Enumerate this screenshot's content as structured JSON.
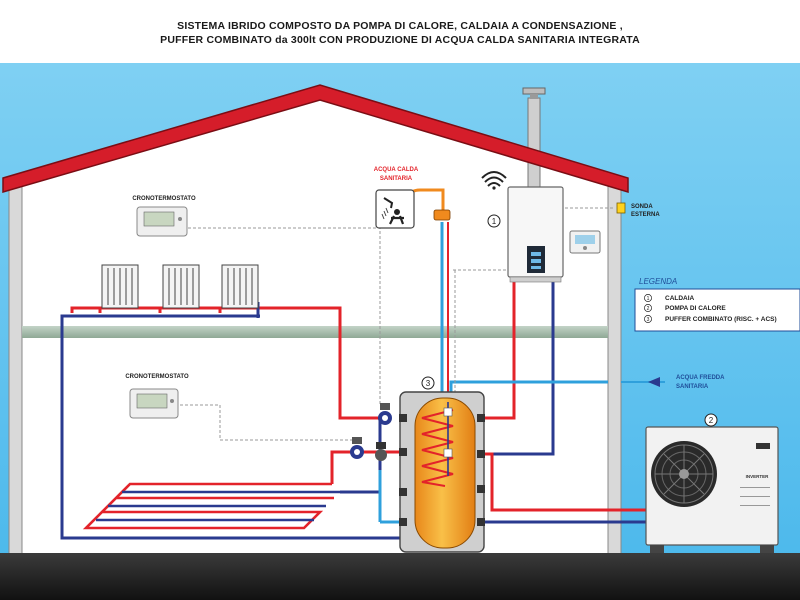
{
  "title": {
    "line1": "SISTEMA IBRIDO  COMPOSTO DA POMPA DI CALORE, CALDAIA A CONDENSAZIONE ,",
    "line2": "PUFFER COMBINATO da 300lt CON PRODUZIONE DI ACQUA CALDA SANITARIA INTEGRATA"
  },
  "labels": {
    "cronotermostato_top": "CRONOTERMOSTATO",
    "cronotermostato_mid": "CRONOTERMOSTATO",
    "acqua_calda_1": "ACQUA CALDA",
    "acqua_calda_2": "SANITARIA",
    "sonda_1": "SONDA",
    "sonda_2": "ESTERNA",
    "acqua_fredda_1": "ACQUA FREDDA",
    "acqua_fredda_2": "SANITARIA",
    "inverter": "INVERTER",
    "num_1": "1",
    "num_2": "2",
    "num_3": "3"
  },
  "legend": {
    "title": "LEGENDA",
    "items": [
      {
        "num": "1",
        "label": "CALDAIA"
      },
      {
        "num": "2",
        "label": "POMPA DI CALORE"
      },
      {
        "num": "3",
        "label": "PUFFER COMBINATO (RISC. + ACS)"
      }
    ]
  },
  "colors": {
    "sky": "#5bc2ef",
    "roof": "#d51d2a",
    "hot_pipe": "#e3232a",
    "cold_pipe": "#2a3a8f",
    "dhw_cold": "#2fa0dc",
    "dhw_hot": "#f08a1e",
    "tank": "#f4a21f",
    "floor_slab": "#a9bfb0",
    "legend_text": "#1f4e99"
  }
}
